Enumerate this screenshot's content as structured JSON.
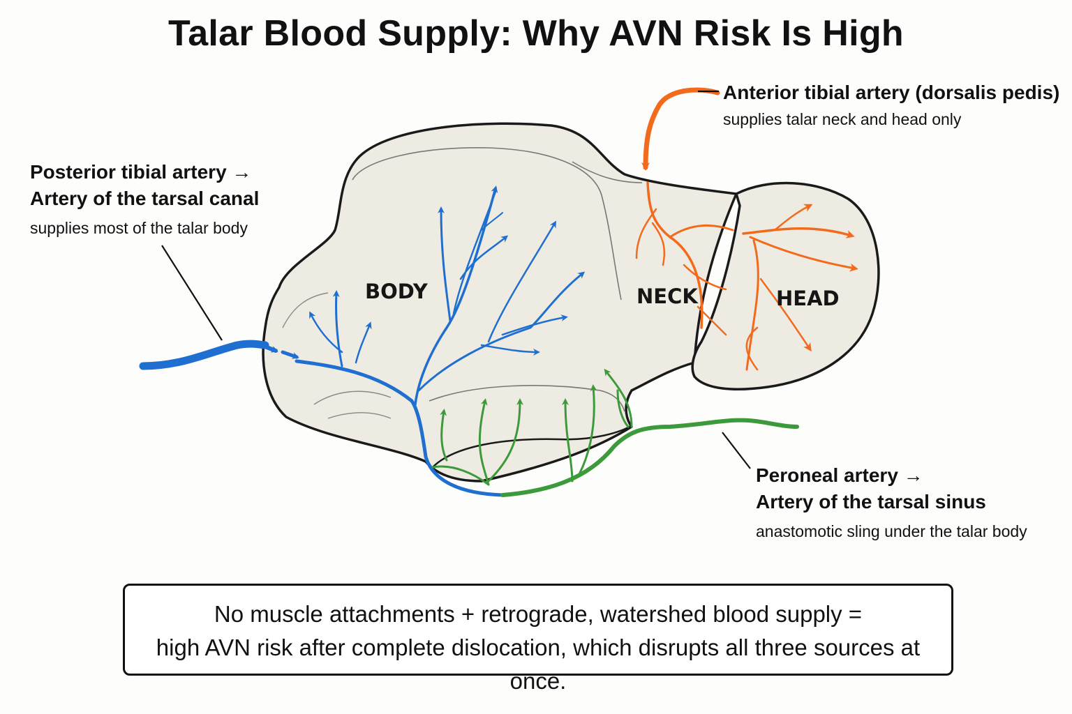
{
  "title": "Talar Blood Supply: Why AVN Risk Is High",
  "regions": {
    "body": "BODY",
    "neck": "NECK",
    "head": "HEAD"
  },
  "arteries": {
    "anterior": {
      "name": "Anterior tibial artery (dorsalis pedis)",
      "supplies": "supplies talar neck and head only",
      "color": "#f26b1d"
    },
    "posterior": {
      "line1": "Posterior tibial artery →",
      "line2": "Artery of the tarsal canal",
      "supplies": "supplies most of the talar body",
      "color": "#1f6fd1"
    },
    "peroneal": {
      "line1": "Peroneal artery →",
      "line2": "Artery of the tarsal sinus",
      "supplies": "anastomotic sling under the talar body",
      "color": "#3d9a3a"
    }
  },
  "summary": {
    "line1": "No muscle attachments + retrograde, watershed blood supply =",
    "line2": "high AVN risk after complete dislocation, which disrupts all three sources at once."
  },
  "colors": {
    "bone_fill": "#eeebe2",
    "outline": "#1a1a1a"
  }
}
